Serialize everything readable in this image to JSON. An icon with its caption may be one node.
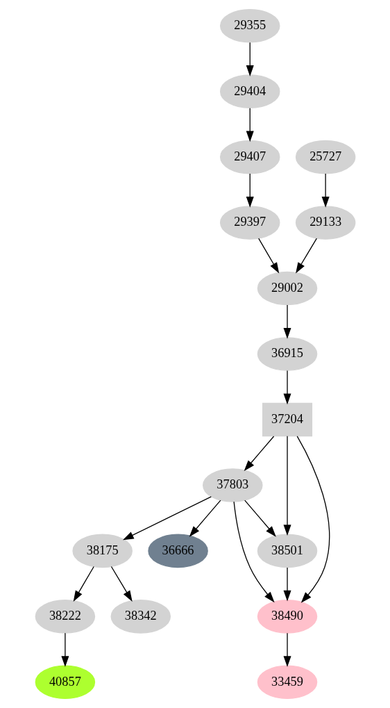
{
  "diagram": {
    "nodes": [
      {
        "text": [
          "29355"
        ]
      },
      {
        "text": [
          "29404"
        ]
      },
      {
        "text": [
          "25727"
        ]
      },
      {
        "text": [
          "29407"
        ]
      },
      {
        "text": [
          "29133"
        ]
      },
      {
        "text": [
          "29397"
        ]
      },
      {
        "text": [
          "29002"
        ]
      },
      {
        "text": [
          "36915"
        ]
      },
      {
        "text": [
          "37204"
        ]
      },
      {
        "text": [
          "37803"
        ]
      },
      {
        "text": [
          "38501"
        ]
      },
      {
        "text": [
          "36666"
        ]
      },
      {
        "text": [
          "38175"
        ]
      },
      {
        "text": [
          "38490"
        ]
      },
      {
        "text": [
          "38222"
        ]
      },
      {
        "text": [
          "38342"
        ]
      },
      {
        "text": [
          "33459"
        ]
      },
      {
        "text": [
          "40857"
        ]
      }
    ],
    "edges": [
      {
        "from": 0,
        "to": 1,
        "arrow": "to"
      },
      {
        "from": 1,
        "to": 3,
        "arrow": "to"
      },
      {
        "from": 3,
        "to": 5,
        "arrow": "to"
      },
      {
        "from": 2,
        "to": 4,
        "arrow": "to"
      },
      {
        "from": 4,
        "to": 6,
        "arrow": "to"
      },
      {
        "from": 5,
        "to": 6,
        "arrow": "to"
      },
      {
        "from": 6,
        "to": 7,
        "arrow": "to"
      },
      {
        "from": 7,
        "to": 8,
        "arrow": "to"
      },
      {
        "from": 8,
        "to": 13,
        "arrow": "to"
      },
      {
        "from": 8,
        "to": 10,
        "arrow": "to"
      },
      {
        "from": 8,
        "to": 9,
        "arrow": "to"
      },
      {
        "from": 9,
        "to": 10,
        "arrow": "to"
      },
      {
        "from": 9,
        "to": 13,
        "arrow": "to"
      },
      {
        "from": 9,
        "to": 11,
        "arrow": "to"
      },
      {
        "from": 9,
        "to": 12,
        "arrow": "to"
      },
      {
        "from": 10,
        "to": 13,
        "arrow": "to"
      },
      {
        "from": 12,
        "to": 14,
        "arrow": "to"
      },
      {
        "from": 12,
        "to": 15,
        "arrow": "to"
      },
      {
        "from": 13,
        "to": 16,
        "arrow": "to"
      },
      {
        "from": 14,
        "to": 17,
        "arrow": "to"
      }
    ]
  }
}
